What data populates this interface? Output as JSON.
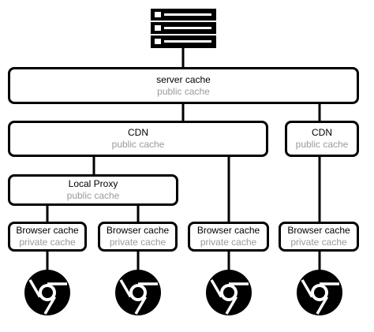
{
  "server": {
    "icon": "server-icon"
  },
  "server_cache": {
    "title": "server cache",
    "subtitle": "public cache"
  },
  "cdn_main": {
    "title": "CDN",
    "subtitle": "public cache"
  },
  "cdn_side": {
    "title": "CDN",
    "subtitle": "public cache"
  },
  "local_proxy": {
    "title": "Local Proxy",
    "subtitle": "public cache"
  },
  "browser_caches": [
    {
      "title": "Browser cache",
      "subtitle": "private cache"
    },
    {
      "title": "Browser cache",
      "subtitle": "private cache"
    },
    {
      "title": "Browser cache",
      "subtitle": "private cache"
    },
    {
      "title": "Browser cache",
      "subtitle": "private cache"
    }
  ],
  "browsers": [
    {
      "icon": "chrome-icon"
    },
    {
      "icon": "chrome-icon"
    },
    {
      "icon": "chrome-icon"
    },
    {
      "icon": "chrome-icon"
    }
  ],
  "colors": {
    "line": "#000000",
    "subtitle": "#9a9a9a",
    "box_fill": "#ffffff"
  }
}
